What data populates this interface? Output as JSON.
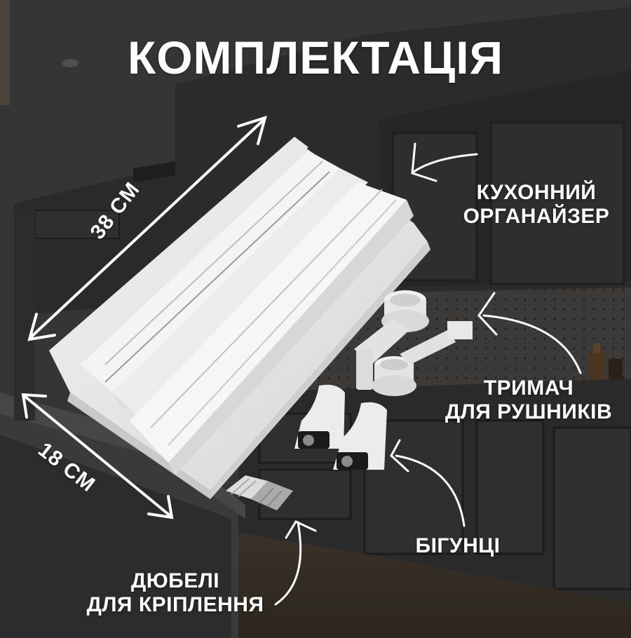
{
  "title": "КОМПЛЕКТАЦІЯ",
  "dimensions": {
    "length": "38 CM",
    "width": "18 CM"
  },
  "labels": {
    "organizer": {
      "line1": "КУХОННИЙ",
      "line2": "ОРГАНАЙЗЕР"
    },
    "towel_holder": {
      "line1": "ТРИМАЧ",
      "line2": "ДЛЯ РУШНИКІВ"
    },
    "runners": {
      "line1": "БІГУНЦІ"
    },
    "dowels": {
      "line1": "ДЮБЕЛІ",
      "line2": "ДЛЯ КРІПЛЕННЯ"
    }
  },
  "colors": {
    "background": "#2e2e2e",
    "cabinet": "#262626",
    "product": "#e6e6e6",
    "text": "#ffffff"
  }
}
